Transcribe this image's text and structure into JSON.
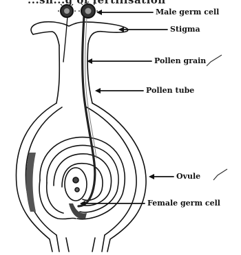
{
  "diagram": {
    "heading_fragment": "...sh...g of fertilisation",
    "labels": {
      "male_germ_cell": "Male germ cell",
      "stigma": "Stigma",
      "pollen_grain": "Pollen grain",
      "pollen_tube": "Pollen tube",
      "ovule": "Ovule",
      "female_germ_cell": "Female germ cell"
    }
  }
}
